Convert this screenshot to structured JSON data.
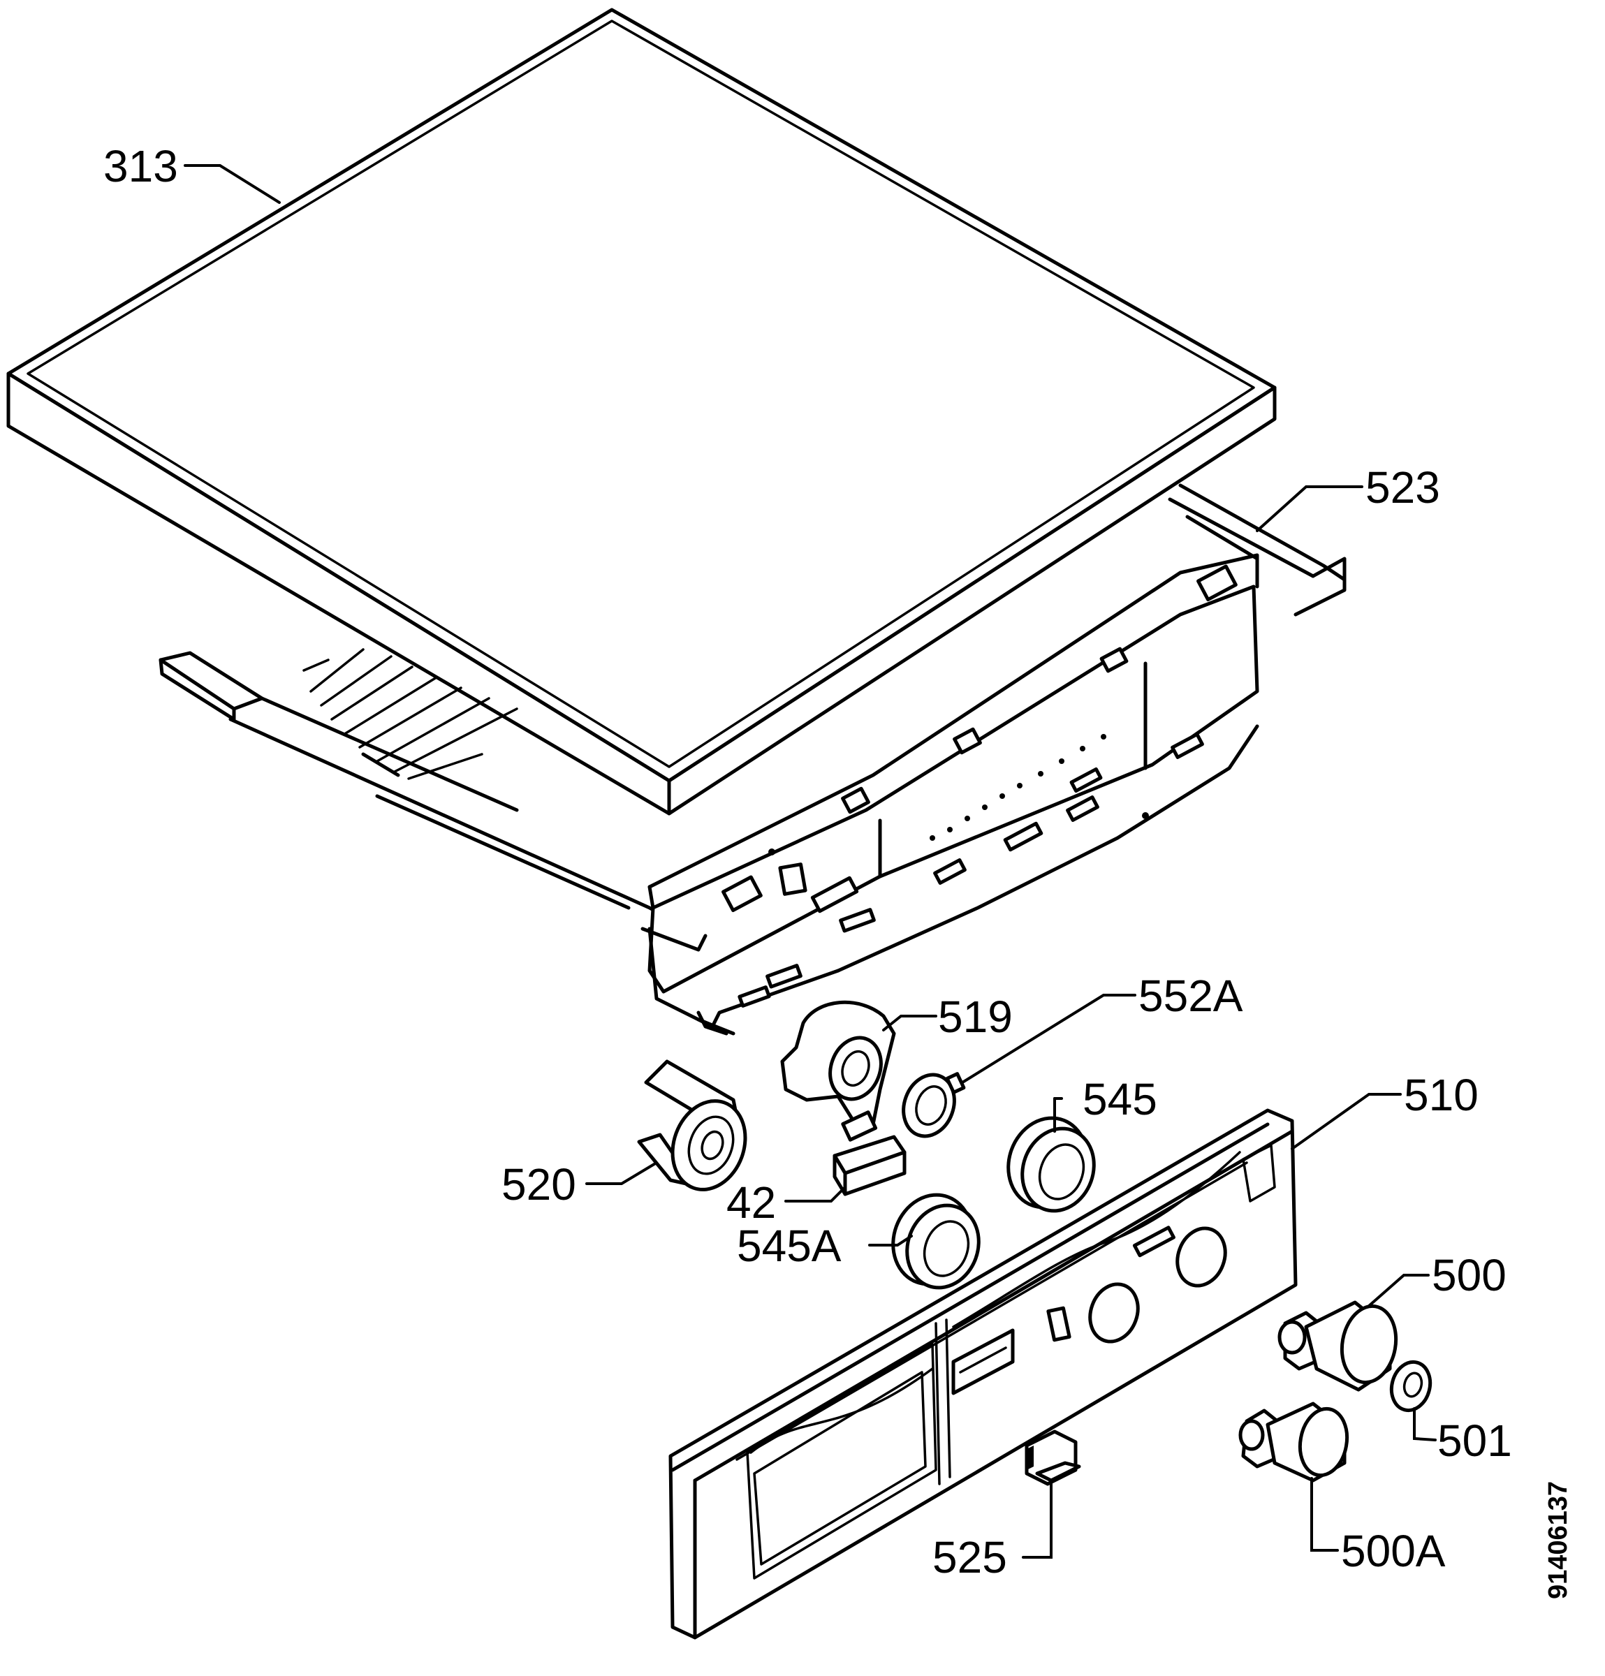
{
  "labels": {
    "p313": "313",
    "p523": "523",
    "p519": "519",
    "p552a": "552A",
    "p545": "545",
    "p510": "510",
    "p520": "520",
    "p42": "42",
    "p545a": "545A",
    "p500": "500",
    "p501": "501",
    "p525": "525",
    "p500a": "500A"
  },
  "document_id": "91406137"
}
